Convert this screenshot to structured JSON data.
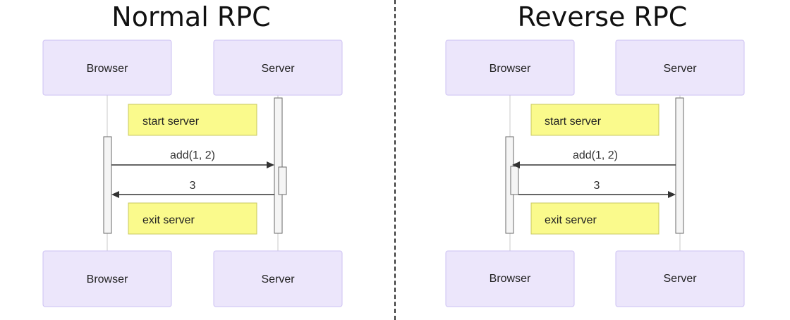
{
  "diagrams": {
    "normal": {
      "title": "Normal RPC",
      "actors": {
        "browser_top": "Browser",
        "server_top": "Server",
        "browser_bottom": "Browser",
        "server_bottom": "Server"
      },
      "notes": {
        "start": "start server",
        "exit": "exit server"
      },
      "messages": [
        {
          "label": "add(1, 2)",
          "from": "Browser",
          "to": "Server"
        },
        {
          "label": "3",
          "from": "Server",
          "to": "Browser"
        }
      ]
    },
    "reverse": {
      "title": "Reverse RPC",
      "actors": {
        "browser_top": "Browser",
        "server_top": "Server",
        "browser_bottom": "Browser",
        "server_bottom": "Server"
      },
      "notes": {
        "start": "start server",
        "exit": "exit server"
      },
      "messages": [
        {
          "label": "add(1, 2)",
          "from": "Server",
          "to": "Browser"
        },
        {
          "label": "3",
          "from": "Browser",
          "to": "Server"
        }
      ]
    }
  },
  "colors": {
    "actor_fill": "#ece6fb",
    "actor_border": "#cdc1f3",
    "note_fill": "#fafa8c",
    "note_border": "#c8c860",
    "activation_fill": "#f5f5f5",
    "arrow": "#333333",
    "divider": "#333333"
  }
}
